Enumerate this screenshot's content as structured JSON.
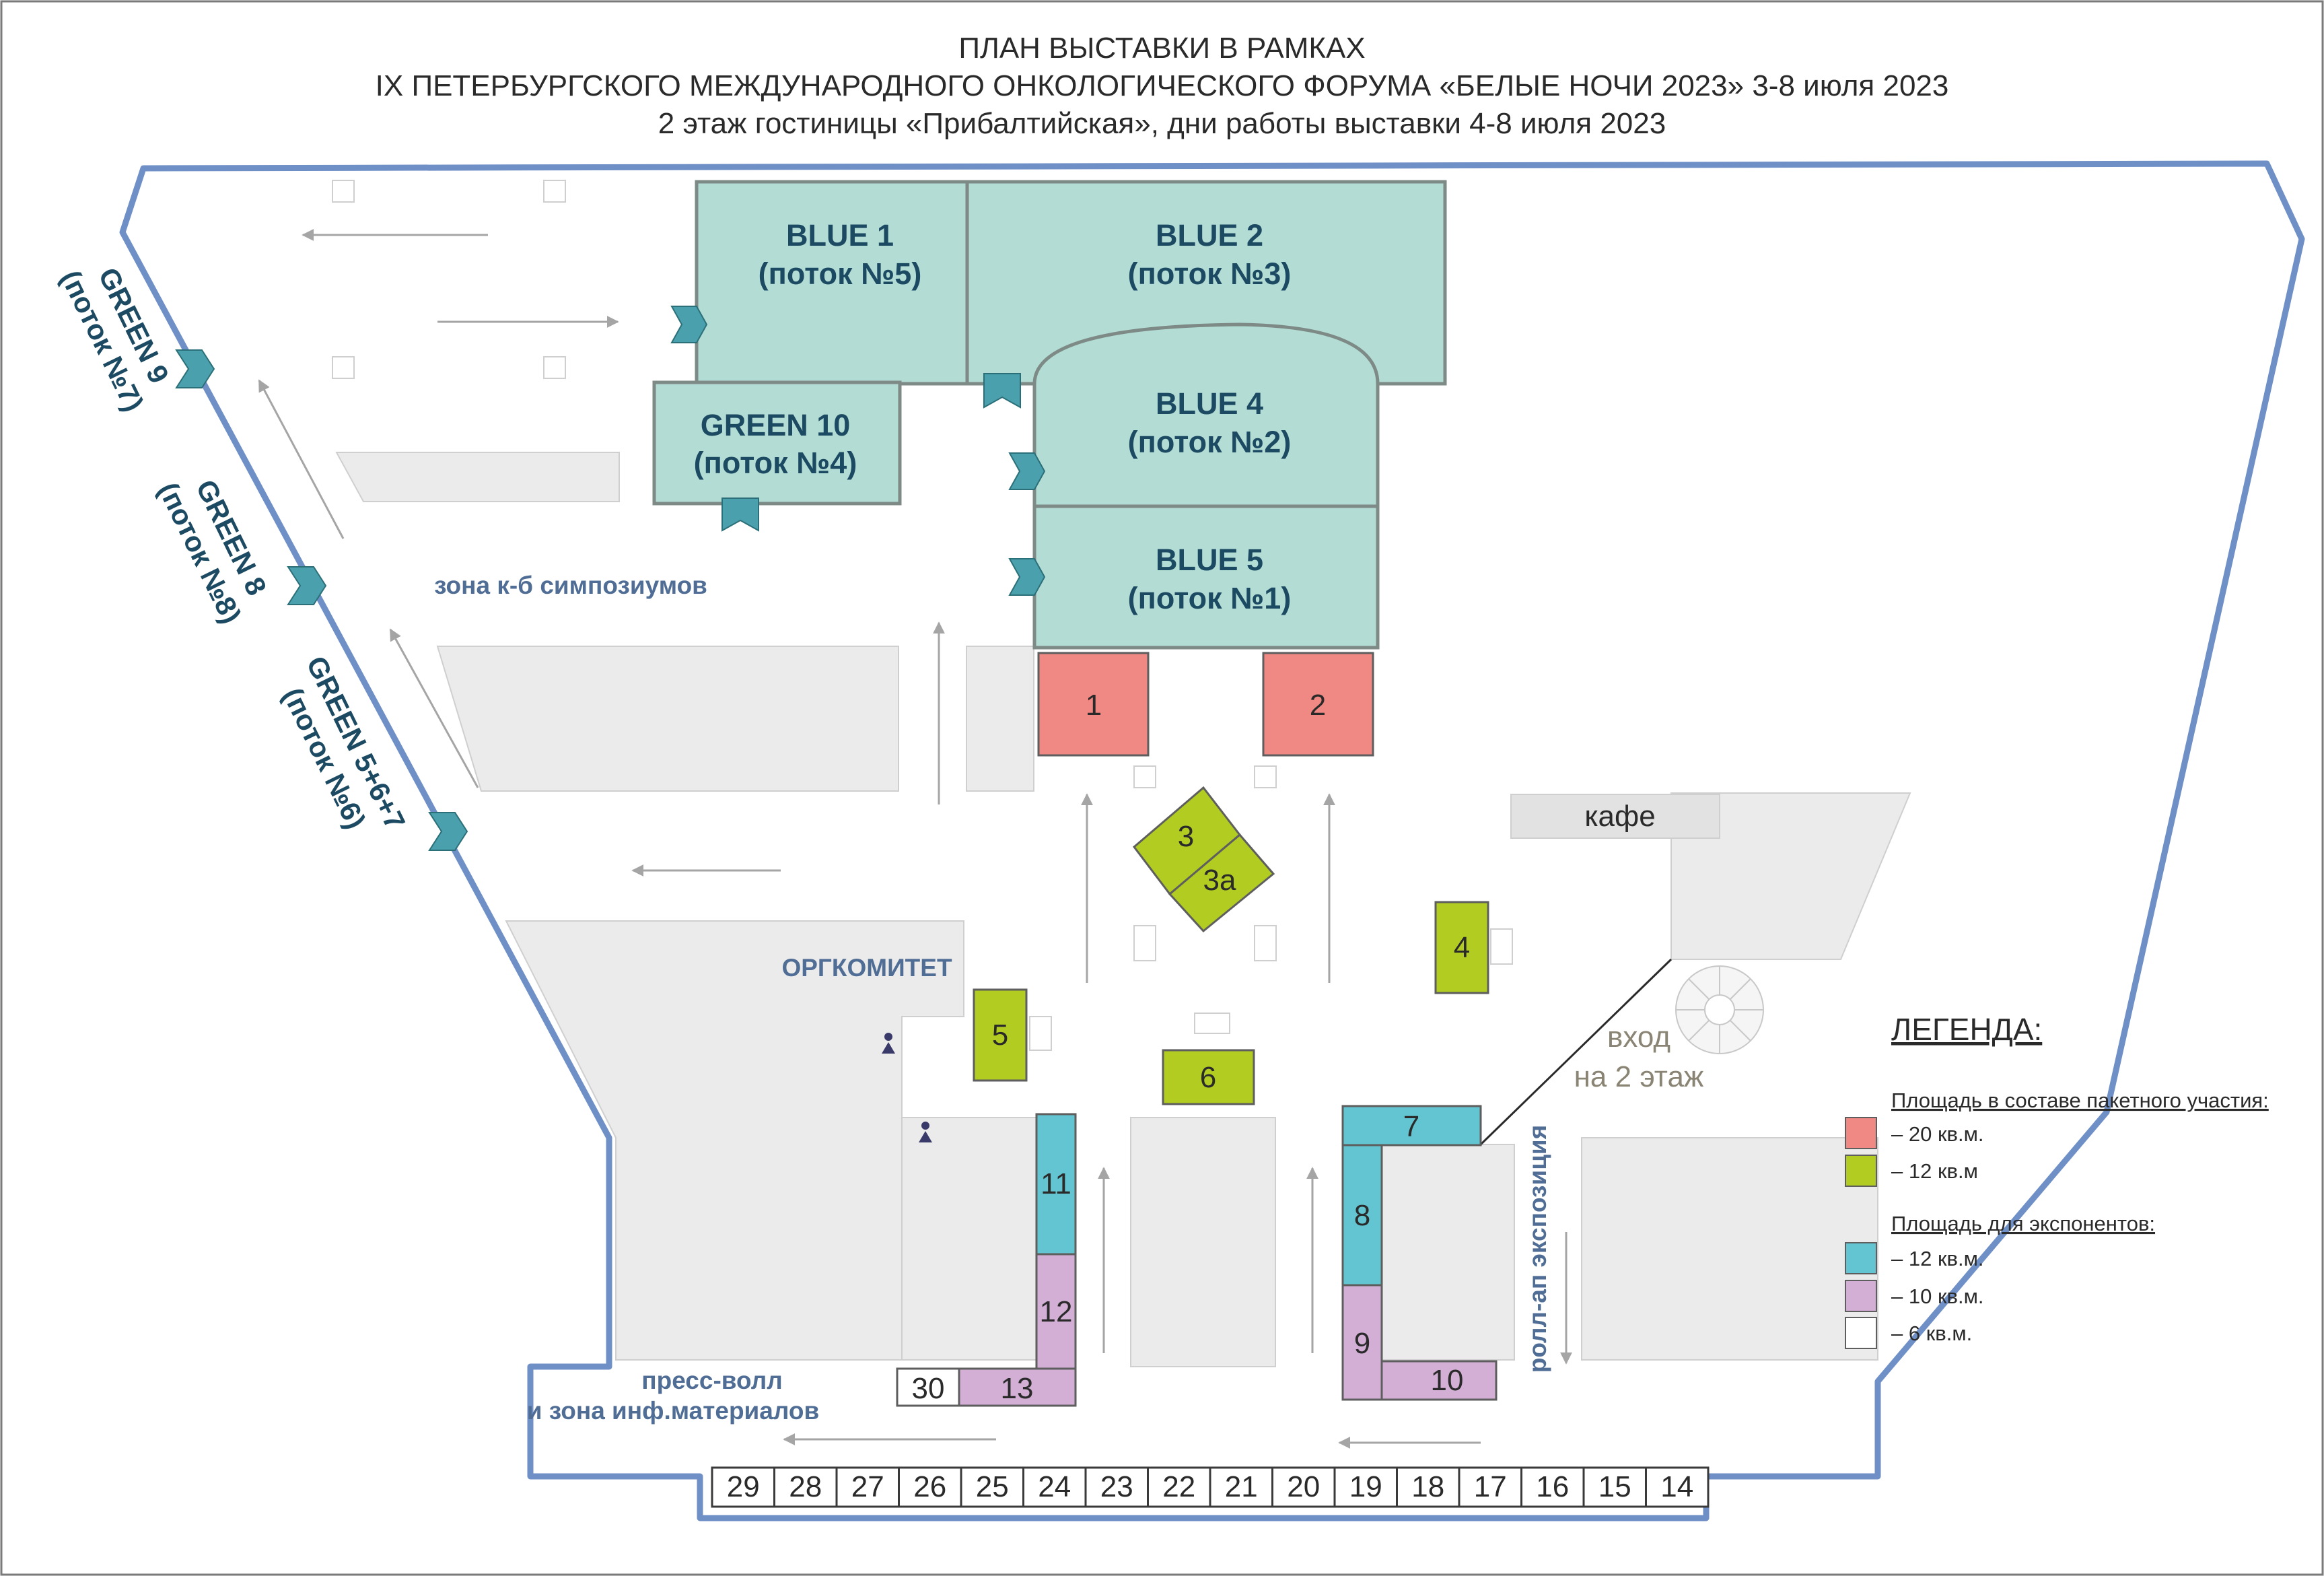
{
  "title": {
    "line1": "ПЛАН ВЫСТАВКИ В РАМКАХ",
    "line2": "IX ПЕТЕРБУРГСКОГО МЕЖДУНАРОДНОГО ОНКОЛОГИЧЕСКОГО ФОРУМА «БЕЛЫЕ НОЧИ 2023» 3-8 июля 2023",
    "line3": "2 этаж гостиницы «Прибалтийская», дни работы выставки 4-8 июля 2023"
  },
  "halls": {
    "blue1": {
      "name": "BLUE 1",
      "stream": "(поток №5)"
    },
    "blue2": {
      "name": "BLUE 2",
      "stream": "(поток №3)"
    },
    "blue4": {
      "name": "BLUE 4",
      "stream": "(поток №2)"
    },
    "blue5": {
      "name": "BLUE 5",
      "stream": "(поток №1)"
    },
    "green10": {
      "name": "GREEN 10",
      "stream": "(поток №4)"
    },
    "green9": {
      "name": "GREEN 9",
      "stream": "(поток №7)"
    },
    "green8": {
      "name": "GREEN 8",
      "stream": "(поток №8)"
    },
    "green567": {
      "name": "GREEN 5+6+7",
      "stream": "(поток №6)"
    }
  },
  "zones": {
    "symposium": "зона к-б симпозиумов",
    "orgcommittee": "ОРГКОМИТЕТ",
    "cafe": "кафе",
    "entrance_line1": "вход",
    "entrance_line2": "на 2 этаж",
    "rollup": "ролл-ап экспозиция",
    "presswall_line1": "пресс-волл",
    "presswall_line2": "и зона инф.материалов"
  },
  "booths": {
    "b1": "1",
    "b2": "2",
    "b3": "3",
    "b3a": "3а",
    "b4": "4",
    "b5": "5",
    "b6": "6",
    "b7": "7",
    "b8": "8",
    "b9": "9",
    "b10": "10",
    "b11": "11",
    "b12": "12",
    "b13": "13",
    "b30": "30"
  },
  "bottom_row": [
    "29",
    "28",
    "27",
    "26",
    "25",
    "24",
    "23",
    "22",
    "21",
    "20",
    "19",
    "18",
    "17",
    "16",
    "15",
    "14"
  ],
  "legend": {
    "title": "ЛЕГЕНДА:",
    "group1_title": "Площадь в составе пакетного участия:",
    "group1_item1": "20 кв.м.",
    "group1_item2": "12 кв.м",
    "group2_title": "Площадь для экспонентов:",
    "group2_item1": "12 кв.м.",
    "group2_item2": "10 кв.м.",
    "group2_item3": "6 кв.м."
  },
  "colors": {
    "hall": "#b2dcd4",
    "wall": "#6f8fc7",
    "package_20": "#f08883",
    "package_12": "#b2cc22",
    "exhibitor_12": "#62c5d1",
    "exhibitor_10": "#d3aed5",
    "exhibitor_6": "#ffffff",
    "service": "#ebebeb",
    "marker": "#4aa0ad"
  }
}
